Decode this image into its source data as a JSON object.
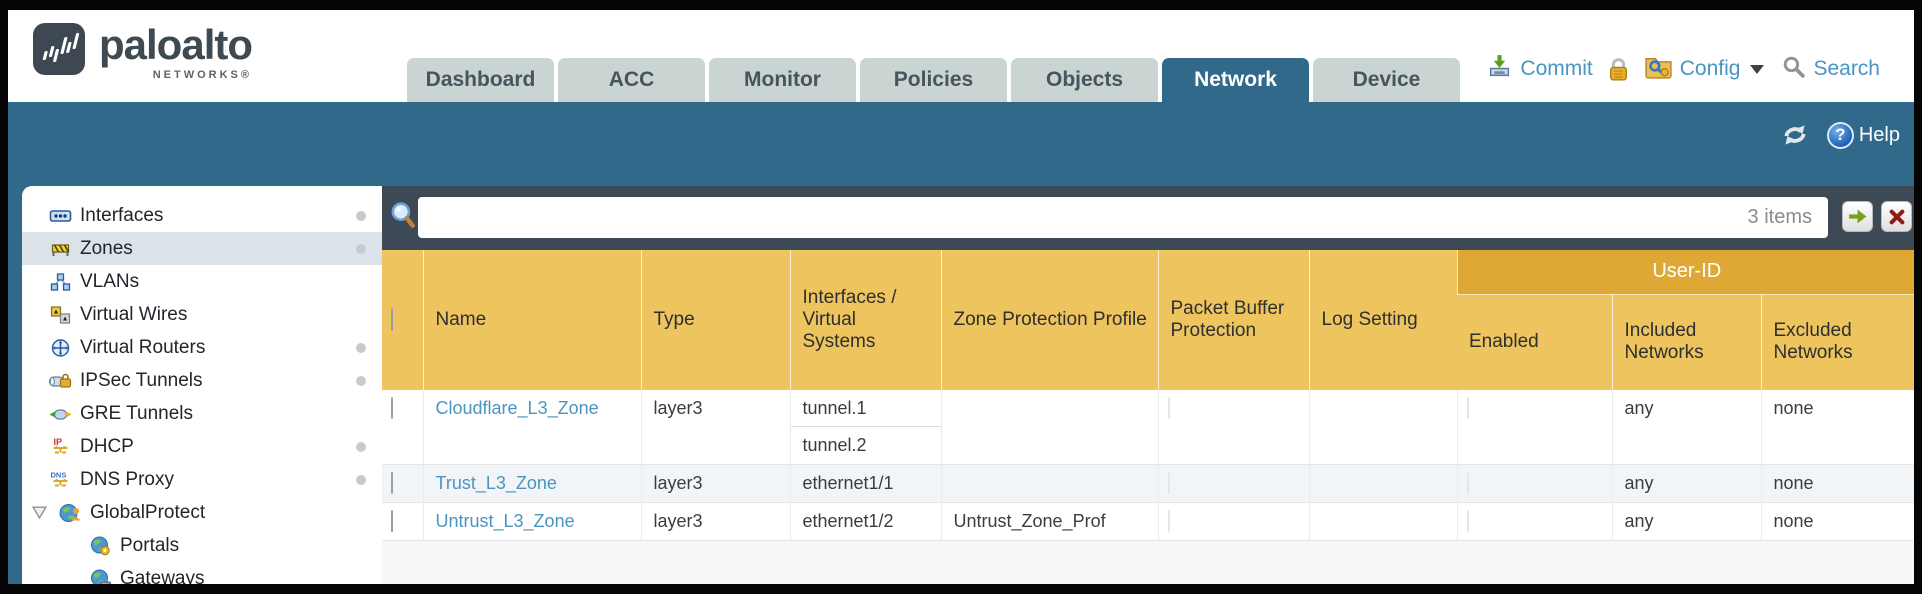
{
  "brand": {
    "name": "paloalto",
    "subtitle": "NETWORKS®"
  },
  "nav": {
    "tabs": [
      {
        "label": "Dashboard",
        "active": false
      },
      {
        "label": "ACC",
        "active": false
      },
      {
        "label": "Monitor",
        "active": false
      },
      {
        "label": "Policies",
        "active": false
      },
      {
        "label": "Objects",
        "active": false
      },
      {
        "label": "Network",
        "active": true
      },
      {
        "label": "Device",
        "active": false
      }
    ],
    "commit_label": "Commit",
    "config_label": "Config",
    "search_label": "Search"
  },
  "utility": {
    "help_label": "Help"
  },
  "sidebar": {
    "items": [
      {
        "label": "Interfaces",
        "icon": "interfaces-icon",
        "dot": true,
        "selected": false,
        "child": false,
        "expanded": false
      },
      {
        "label": "Zones",
        "icon": "zones-icon",
        "dot": true,
        "selected": true,
        "child": false,
        "expanded": false
      },
      {
        "label": "VLANs",
        "icon": "vlans-icon",
        "dot": false,
        "selected": false,
        "child": false,
        "expanded": false
      },
      {
        "label": "Virtual Wires",
        "icon": "virtual-wires-icon",
        "dot": false,
        "selected": false,
        "child": false,
        "expanded": false
      },
      {
        "label": "Virtual Routers",
        "icon": "virtual-routers-icon",
        "dot": true,
        "selected": false,
        "child": false,
        "expanded": false
      },
      {
        "label": "IPSec Tunnels",
        "icon": "ipsec-tunnels-icon",
        "dot": true,
        "selected": false,
        "child": false,
        "expanded": false
      },
      {
        "label": "GRE Tunnels",
        "icon": "gre-tunnels-icon",
        "dot": false,
        "selected": false,
        "child": false,
        "expanded": false
      },
      {
        "label": "DHCP",
        "icon": "dhcp-icon",
        "dot": true,
        "selected": false,
        "child": false,
        "expanded": false
      },
      {
        "label": "DNS Proxy",
        "icon": "dns-proxy-icon",
        "dot": true,
        "selected": false,
        "child": false,
        "expanded": false
      },
      {
        "label": "GlobalProtect",
        "icon": "globalprotect-icon",
        "dot": false,
        "selected": false,
        "child": false,
        "expanded": true
      },
      {
        "label": "Portals",
        "icon": "portals-icon",
        "dot": false,
        "selected": false,
        "child": true,
        "expanded": false
      },
      {
        "label": "Gateways",
        "icon": "gateways-icon",
        "dot": false,
        "selected": false,
        "child": true,
        "expanded": false
      }
    ]
  },
  "toolbar": {
    "search_value": "",
    "items_count": "3 items"
  },
  "table": {
    "group_header": "User-ID",
    "columns": [
      "Name",
      "Type",
      "Interfaces / Virtual Systems",
      "Zone Protection Profile",
      "Packet Buffer Protection",
      "Log Setting"
    ],
    "user_id_columns": [
      "Enabled",
      "Included Networks",
      "Excluded Networks"
    ],
    "rows": [
      {
        "name": "Cloudflare_L3_Zone",
        "type": "layer3",
        "interfaces": [
          "tunnel.1",
          "tunnel.2"
        ],
        "zone_protection_profile": "",
        "packet_buffer_protection": false,
        "log_setting": "",
        "user_id_enabled": false,
        "included_networks": "any",
        "excluded_networks": "none"
      },
      {
        "name": "Trust_L3_Zone",
        "type": "layer3",
        "interfaces": [
          "ethernet1/1"
        ],
        "zone_protection_profile": "",
        "packet_buffer_protection": false,
        "log_setting": "",
        "user_id_enabled": false,
        "included_networks": "any",
        "excluded_networks": "none"
      },
      {
        "name": "Untrust_L3_Zone",
        "type": "layer3",
        "interfaces": [
          "ethernet1/2"
        ],
        "zone_protection_profile": "Untrust_Zone_Prof",
        "packet_buffer_protection": false,
        "log_setting": "",
        "user_id_enabled": false,
        "included_networks": "any",
        "excluded_networks": "none"
      }
    ]
  },
  "colors": {
    "accent_teal": "#31698b",
    "toolbar_slate": "#3d4954",
    "header_gold": "#eec45e",
    "group_gold": "#dfa733",
    "link_blue": "#4a95bf",
    "action_blue": "#4795c5"
  }
}
